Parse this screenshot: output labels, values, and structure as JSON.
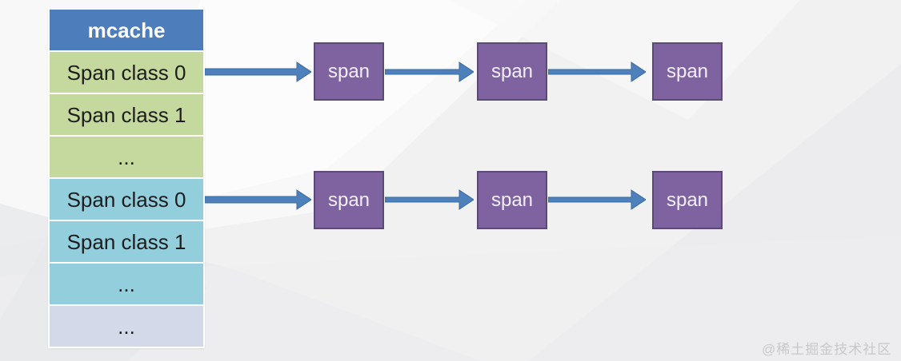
{
  "diagram": {
    "table": {
      "header": "mcache",
      "rows": [
        {
          "label": "Span class 0",
          "group": "green"
        },
        {
          "label": "Span class 1",
          "group": "green"
        },
        {
          "label": "...",
          "group": "green"
        },
        {
          "label": "Span class 0",
          "group": "cyan"
        },
        {
          "label": "Span class 1",
          "group": "cyan"
        },
        {
          "label": "...",
          "group": "cyan"
        },
        {
          "label": "...",
          "group": "lavender"
        }
      ]
    },
    "chains": [
      {
        "nodes": [
          {
            "label": "span"
          },
          {
            "label": "span"
          },
          {
            "label": "span"
          }
        ]
      },
      {
        "nodes": [
          {
            "label": "span"
          },
          {
            "label": "span"
          },
          {
            "label": "span"
          }
        ]
      }
    ],
    "colors": {
      "header_blue": "#4d7dba",
      "row_green": "#c5d89d",
      "row_cyan": "#93cedd",
      "row_lavender": "#d3d9e8",
      "span_fill": "#7f63a1",
      "span_border": "#5b4a76",
      "arrow_blue": "#4e81bb",
      "arrow_outline": "#3a699e",
      "background": "#f1f1f2"
    }
  },
  "watermark": "@稀土掘金技术社区"
}
